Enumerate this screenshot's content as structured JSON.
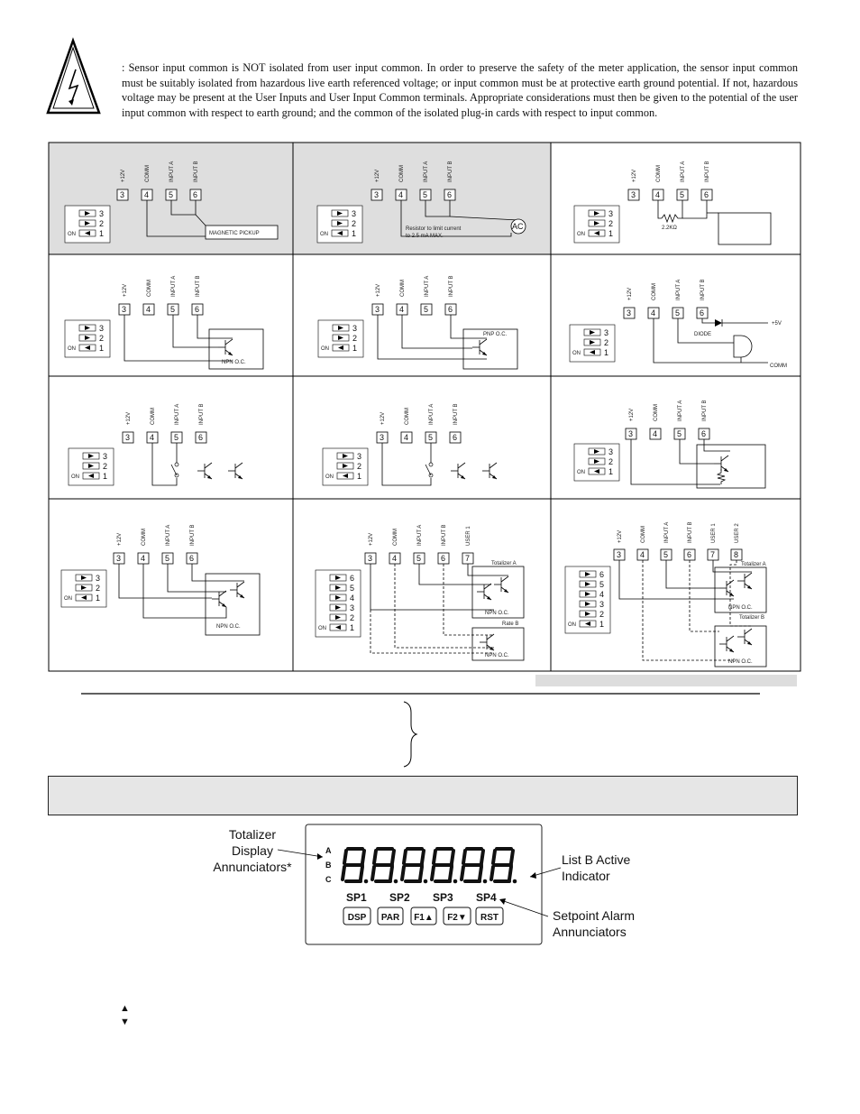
{
  "warning": {
    "text": ": Sensor input common is NOT isolated from user input common. In order to preserve the safety of the meter application, the sensor input common must be suitably isolated from hazardous live earth referenced voltage; or input common must be at protective earth ground potential. If not, hazardous voltage may be present at the User Inputs and User Input Common terminals. Appropriate considerations must then be given to the potential of the user input common with respect to earth ground; and the common of the isolated plug-in cards with respect to input common."
  },
  "terminals": {
    "labels": [
      "+12V",
      "COMM",
      "INPUT A",
      "INPUT B"
    ],
    "numbers": [
      "3",
      "4",
      "5",
      "6"
    ],
    "user1": "USER 1",
    "user2": "USER 2",
    "num7": "7",
    "num8": "8"
  },
  "dip": {
    "on": "ON",
    "sw": [
      "3",
      "2",
      "1"
    ],
    "sw6": [
      "6",
      "5",
      "4",
      "3",
      "2",
      "1"
    ]
  },
  "diagrams": {
    "magnetic_pickup": "MAGNETIC PICKUP",
    "resistor_note_1": "Resistor to limit current",
    "resistor_note_2": "to 2.5 mA MAX.",
    "ac": "AC",
    "resistor_value": "2.2KΩ",
    "npn": "NPN O.C.",
    "pnp": "PNP O.C.",
    "diode": "DIODE",
    "plus5v": "+5V",
    "comm": "COMM",
    "totalizer_a": "Totalizer A",
    "totalizer_b": "Totalizer B",
    "rate_b": "Rate B"
  },
  "panel": {
    "digits": "8.8.8.8.8.8.",
    "annunciators": [
      "A",
      "B",
      "C"
    ],
    "setpoints": [
      "SP1",
      "SP2",
      "SP3",
      "SP4"
    ],
    "buttons": [
      "DSP",
      "PAR",
      "F1▲",
      "F2▼",
      "RST"
    ],
    "label_totalizer": [
      "Totalizer",
      "Display",
      "Annunciators*"
    ],
    "label_listb": [
      "List B Active",
      "Indicator"
    ],
    "label_setpoint": [
      "Setpoint Alarm",
      "Annunciators"
    ]
  },
  "footer_keys": {
    "up": "▲",
    "down": "▼"
  }
}
